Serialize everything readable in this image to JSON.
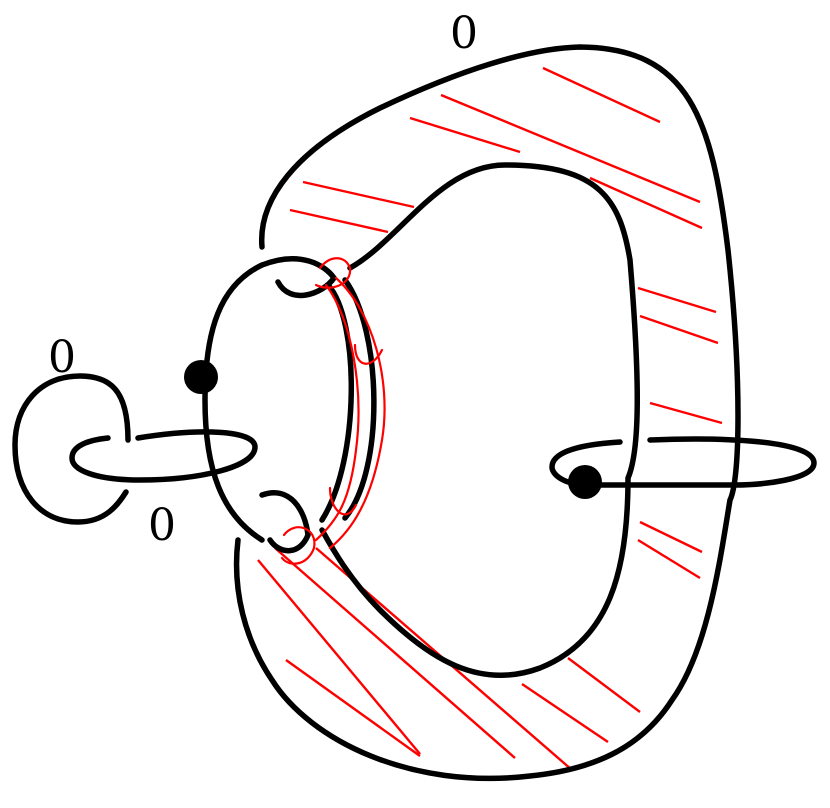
{
  "labels": {
    "framing_outer": "0",
    "framing_small_loop": "0",
    "framing_small_ring": "0"
  },
  "colors": {
    "knot": "#000000",
    "hatch": "#ff0000",
    "background": "#ffffff"
  }
}
